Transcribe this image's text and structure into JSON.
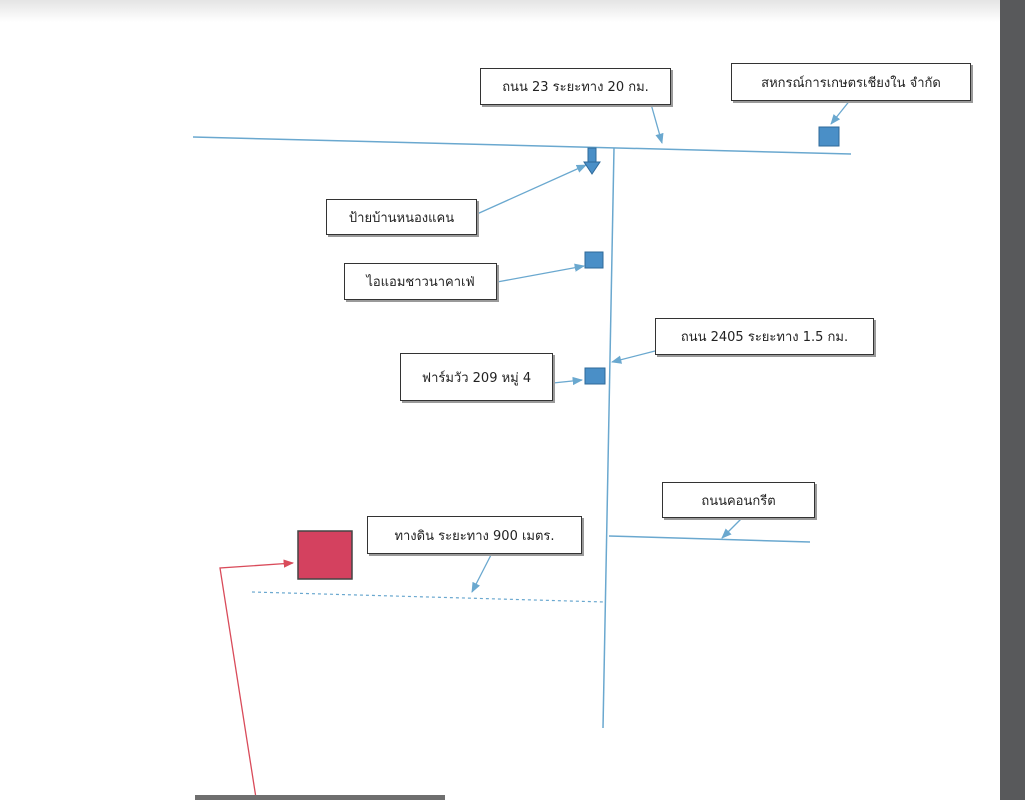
{
  "map": {
    "labels": {
      "road_23": "ถนน 23 ระยะทาง 20 กม.",
      "cooperative": "สหกรณ์การเกษตรเชียงใน จำกัด",
      "bus_stop": "ป้ายบ้านหนองแคน",
      "cafe": "ไอแอมชาวนาคาเฟ่",
      "road_2405": "ถนน 2405  ระยะทาง 1.5 กม.",
      "farm": "ฟาร์มวัว 209 หมู่ 4",
      "concrete_road": "ถนนคอนกรีต",
      "dirt_road": "ทางดิน ระยะทาง 900 เมตร."
    },
    "colors": {
      "road_line": "#6aa8cf",
      "marker": "#4a8fc7",
      "marker_border": "#2f6a9a",
      "plot": "#d4415f",
      "plot_border": "#444444",
      "red_arrow": "#d94b5a"
    }
  }
}
